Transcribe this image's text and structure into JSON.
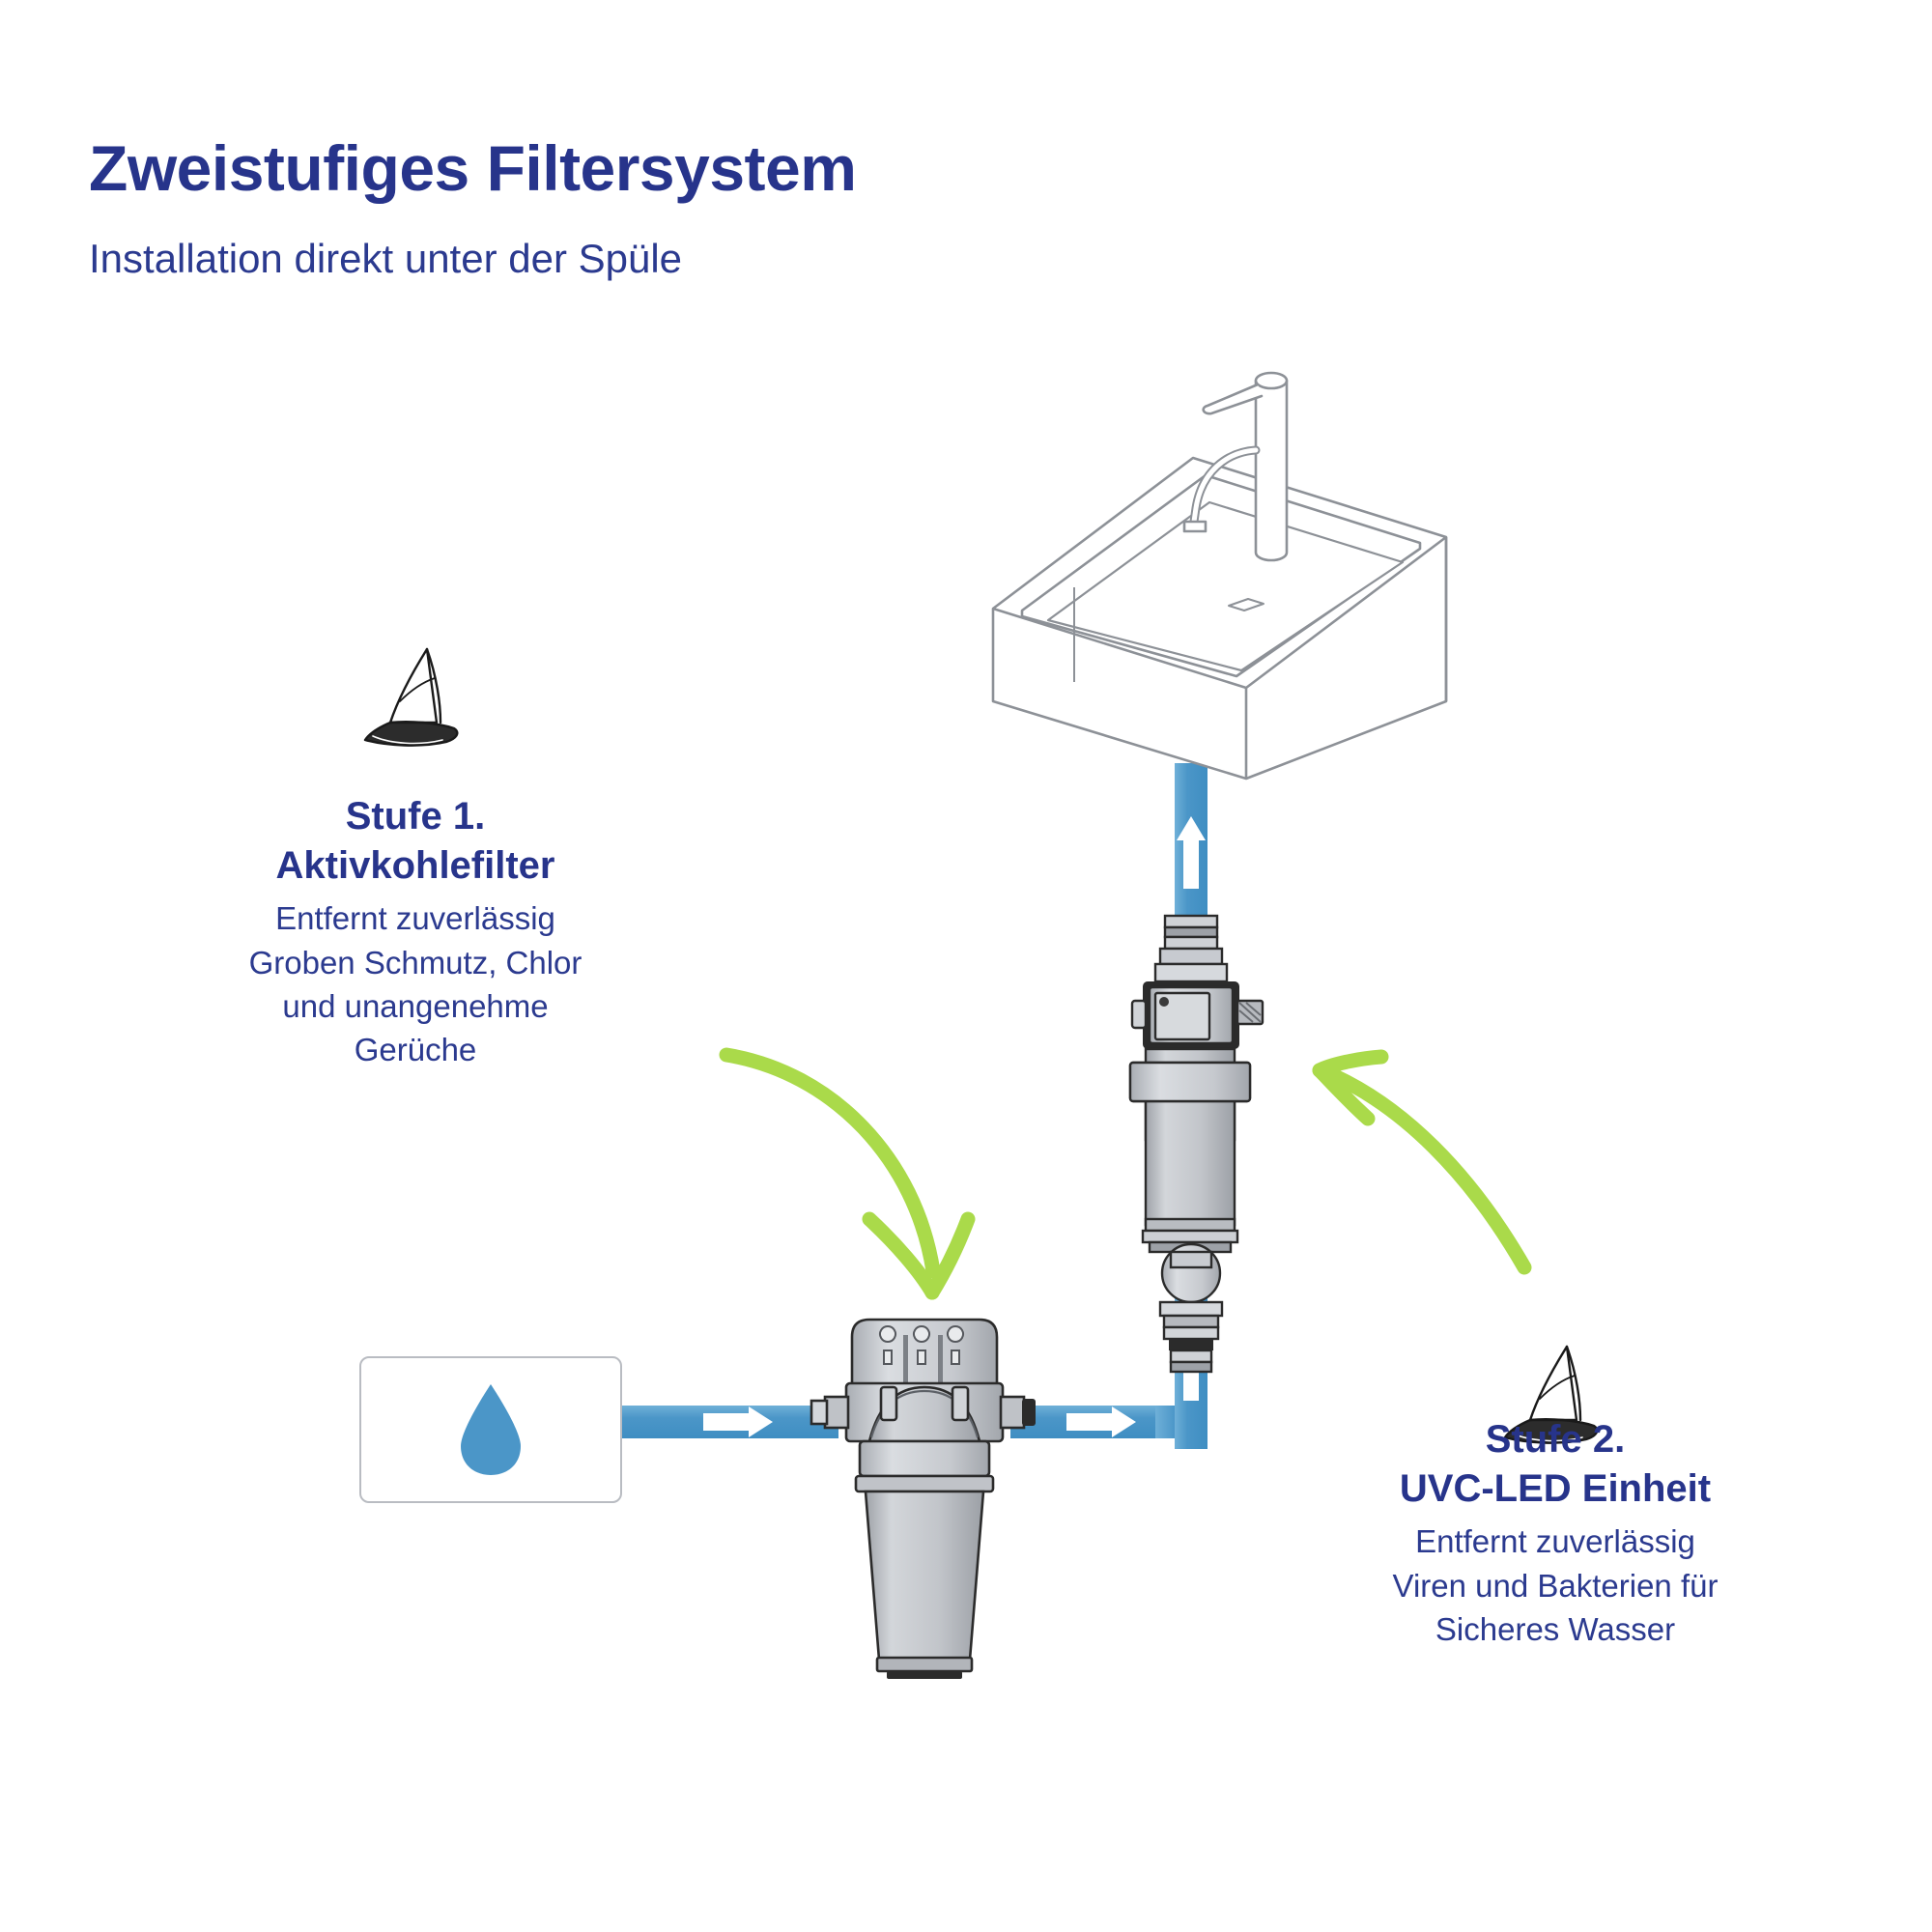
{
  "page": {
    "background": "#ffffff",
    "brand_blue": "#27348b",
    "pipe_blue": "#4b96c8",
    "accent_green": "#aada4a",
    "device_gray": "#c3c6ca",
    "outline_gray": "#b9bcc2"
  },
  "header": {
    "title": "Zweistufiges Filtersystem",
    "subtitle": "Installation direkt unter der Spüle"
  },
  "stages": [
    {
      "id": "stage-1",
      "icon": "sailboat-icon",
      "heading": "Stufe 1.\nAktivkohlefilter",
      "body": "Entfernt zuverlässig\nGroben Schmutz, Chlor\nund unangenehme\nGerüche"
    },
    {
      "id": "stage-2",
      "icon": "sailboat-icon",
      "heading": "Stufe 2.\nUVC-LED Einheit",
      "body": "Entfernt zuverlässig\nViren und Bakterien für\nSicheres Wasser"
    }
  ],
  "diagram": {
    "source_box": {
      "icon": "water-drop-icon",
      "icon_color": "#4b96c8",
      "border_color": "#b9bcc2"
    },
    "devices": [
      {
        "id": "carbon-filter-housing",
        "label": "Aktivkohlefilter Gehäuse"
      },
      {
        "id": "uvc-led-unit",
        "label": "UVC-LED Einheit"
      },
      {
        "id": "sink-basin",
        "label": "Waschbecken mit Armatur"
      }
    ],
    "flow_arrows": [
      {
        "id": "flow-arrow-inlet",
        "direction": "right"
      },
      {
        "id": "flow-arrow-outlet",
        "direction": "right"
      },
      {
        "id": "flow-arrow-riser",
        "direction": "up"
      },
      {
        "id": "flow-arrow-to-sink",
        "direction": "up"
      }
    ],
    "callout_arrows": [
      {
        "id": "callout-arrow-stage-1",
        "direction": "down-right",
        "color": "#aada4a"
      },
      {
        "id": "callout-arrow-stage-2",
        "direction": "up-left",
        "color": "#aada4a"
      }
    ]
  }
}
